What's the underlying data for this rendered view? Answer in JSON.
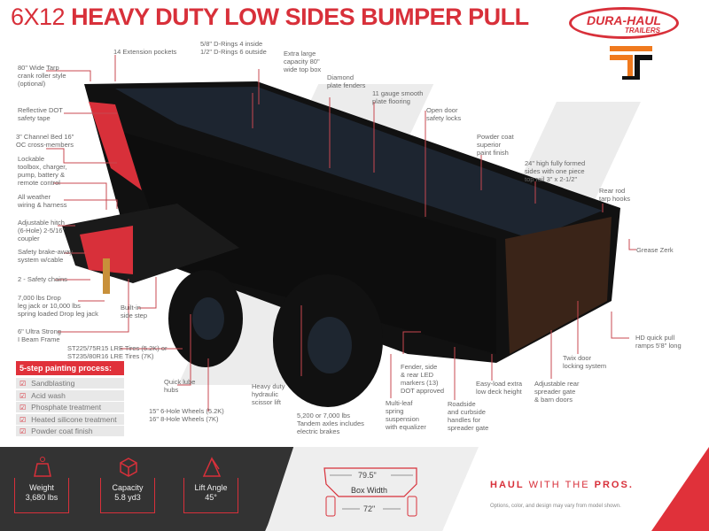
{
  "title": {
    "size": "6X12",
    "name": "HEAVY DUTY LOW SIDES BUMPER PULL"
  },
  "brand": {
    "name": "DURA-HAUL",
    "sub": "TRAILERS",
    "accent": "#d8303a",
    "orange": "#f07a1e"
  },
  "callouts": [
    "80\" Wide Tarp\ncrank roller style\n(optional)",
    "14 Extension pockets",
    "5/8\" D-Rings 4 inside\n1/2\" D-Rings 6 outside",
    "Extra large\ncapacity 80\"\nwide top box",
    "Diamond\nplate fenders",
    "11 gauge smooth\nplate flooring",
    "Open door\nsafety locks",
    "Powder coat\nsuperior\npaint finish",
    "24\" high fully formed\nsides with one piece\ntop rail 3\" x 2-1/2\"",
    "Rear rod\ntarp hooks",
    "Grease Zerk",
    "Reflective DOT\nsafety tape",
    "3\" Channel Bed 16\"\nOC cross-members",
    "Lockable\ntoolbox, charger,\npump, battery &\nremote control",
    "All weather\nwiring & harness",
    "Adjustable hitch\n(6-Hole) 2-5/16\"\ncoupler",
    "Safety brake-away\nsystem w/cable",
    "2 - Safety chains",
    "7,000 lbs Drop\nleg jack or 10,000 lbs\nspring loaded Drop leg jack",
    "Built-in\nside step",
    "6\" Ultra Strong\nI Beam Frame",
    "ST225/75R15 LRE Tires (5.2K) or\nST235/80R16 LRE Tires (7K)",
    "Quick lube\nhubs",
    "Heavy duty\nhydraulic\nscissor lift",
    "15\" 6-Hole Wheels (5.2K)\n16\" 8-Hole Wheels (7K)",
    "5,200 or 7,000 lbs\nTandem axles includes\nelectric brakes",
    "Fender, side\n& rear LED\nmarkers (13)\nDOT approved",
    "Multi-leaf\nspring\nsuspension\nwith equalizer",
    "Roadside\nand curbside\nhandles for\nspreader gate",
    "Easy-load extra\nlow deck height",
    "Adjustable rear\nspreader gate\n& barn doors",
    "Twix door\nlocking system",
    "HD quick pull\nramps 5'8\" long"
  ],
  "painting": {
    "heading": "5-step painting process:",
    "steps": [
      "Sandblasting",
      "Acid wash",
      "Phosphate treatment",
      "Heated silicone treatment",
      "Powder coat finish"
    ]
  },
  "specs": [
    {
      "label": "Weight",
      "value": "3,680 lbs",
      "icon": "weight-icon"
    },
    {
      "label": "Capacity",
      "value": "5.8 yd3",
      "icon": "cube-icon"
    },
    {
      "label": "Lift Angle",
      "value": "45°",
      "icon": "angle-icon"
    }
  ],
  "box": {
    "label": "Box Width",
    "outer": "79.5\"",
    "inner": "72\""
  },
  "slogan": {
    "a": "HAUL",
    "b": " WITH THE ",
    "c": "PROS."
  },
  "disclaimer": "Options, color, and design may vary from model shown."
}
